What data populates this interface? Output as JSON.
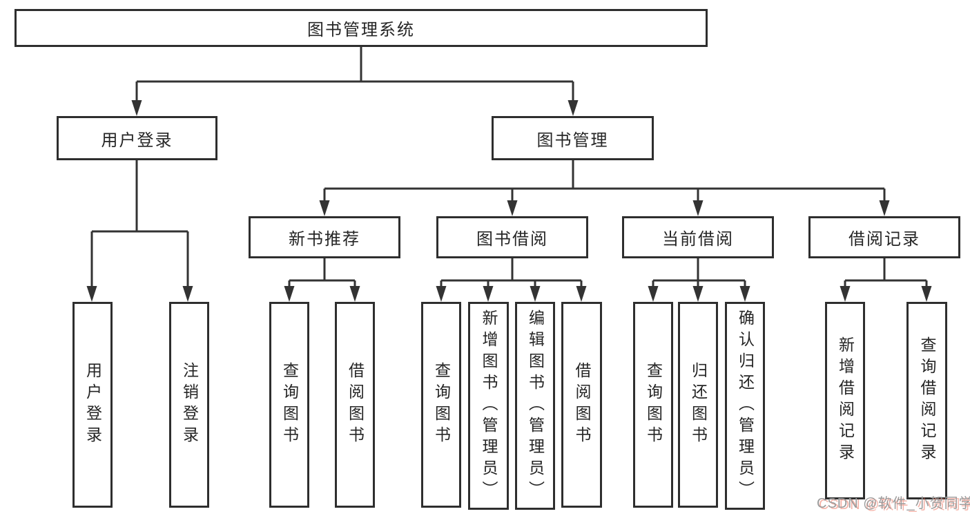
{
  "tree": {
    "root": {
      "label": "图书管理系统",
      "children": [
        {
          "label": "用户登录",
          "children": [
            {
              "label": "用户登录"
            },
            {
              "label": "注销登录"
            }
          ]
        },
        {
          "label": "图书管理",
          "children": [
            {
              "label": "新书推荐",
              "children": [
                {
                  "label": "查询图书"
                },
                {
                  "label": "借阅图书"
                }
              ]
            },
            {
              "label": "图书借阅",
              "children": [
                {
                  "label": "查询图书"
                },
                {
                  "label": "新增图书（管理员）"
                },
                {
                  "label": "编辑图书（管理员）"
                },
                {
                  "label": "借阅图书"
                }
              ]
            },
            {
              "label": "当前借阅",
              "children": [
                {
                  "label": "查询图书"
                },
                {
                  "label": "归还图书"
                },
                {
                  "label": "确认归还（管理员）"
                }
              ]
            },
            {
              "label": "借阅记录",
              "children": [
                {
                  "label": "新增借阅记录"
                },
                {
                  "label": "查询借阅记录"
                }
              ]
            }
          ]
        }
      ]
    },
    "line_color": "#333333",
    "border_color": "#2e2e2e"
  },
  "watermark": {
    "text": "CSDN @软件_小贺同学"
  }
}
